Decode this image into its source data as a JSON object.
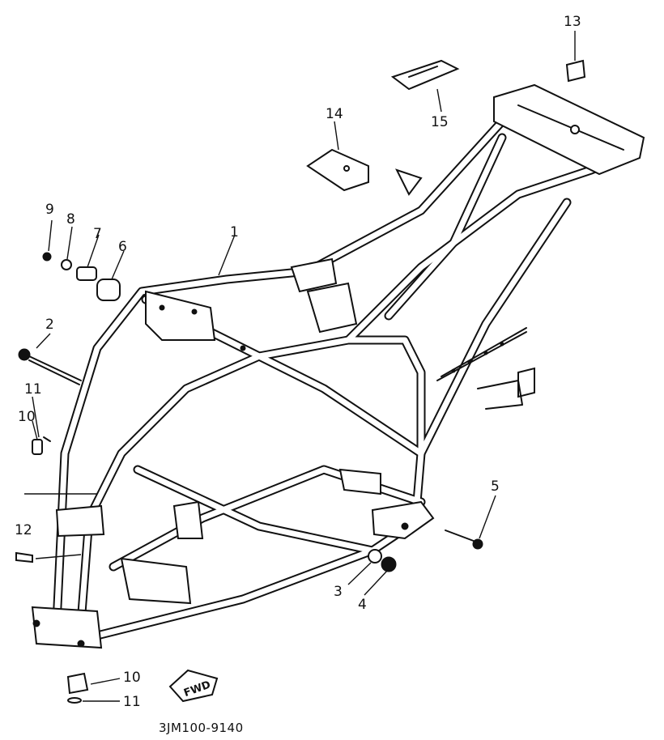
{
  "diagram": {
    "drawing_code": "3JM100-9140",
    "direction_tag": "FWD",
    "callouts": [
      {
        "id": "c1",
        "label": "1"
      },
      {
        "id": "c2",
        "label": "2"
      },
      {
        "id": "c3",
        "label": "3"
      },
      {
        "id": "c4",
        "label": "4"
      },
      {
        "id": "c5",
        "label": "5"
      },
      {
        "id": "c6",
        "label": "6"
      },
      {
        "id": "c7",
        "label": "7"
      },
      {
        "id": "c8",
        "label": "8"
      },
      {
        "id": "c9",
        "label": "9"
      },
      {
        "id": "c10a",
        "label": "10"
      },
      {
        "id": "c10b",
        "label": "10"
      },
      {
        "id": "c11a",
        "label": "11"
      },
      {
        "id": "c11b",
        "label": "11"
      },
      {
        "id": "c12",
        "label": "12"
      },
      {
        "id": "c13",
        "label": "13"
      },
      {
        "id": "c14",
        "label": "14"
      },
      {
        "id": "c15",
        "label": "15"
      }
    ]
  }
}
